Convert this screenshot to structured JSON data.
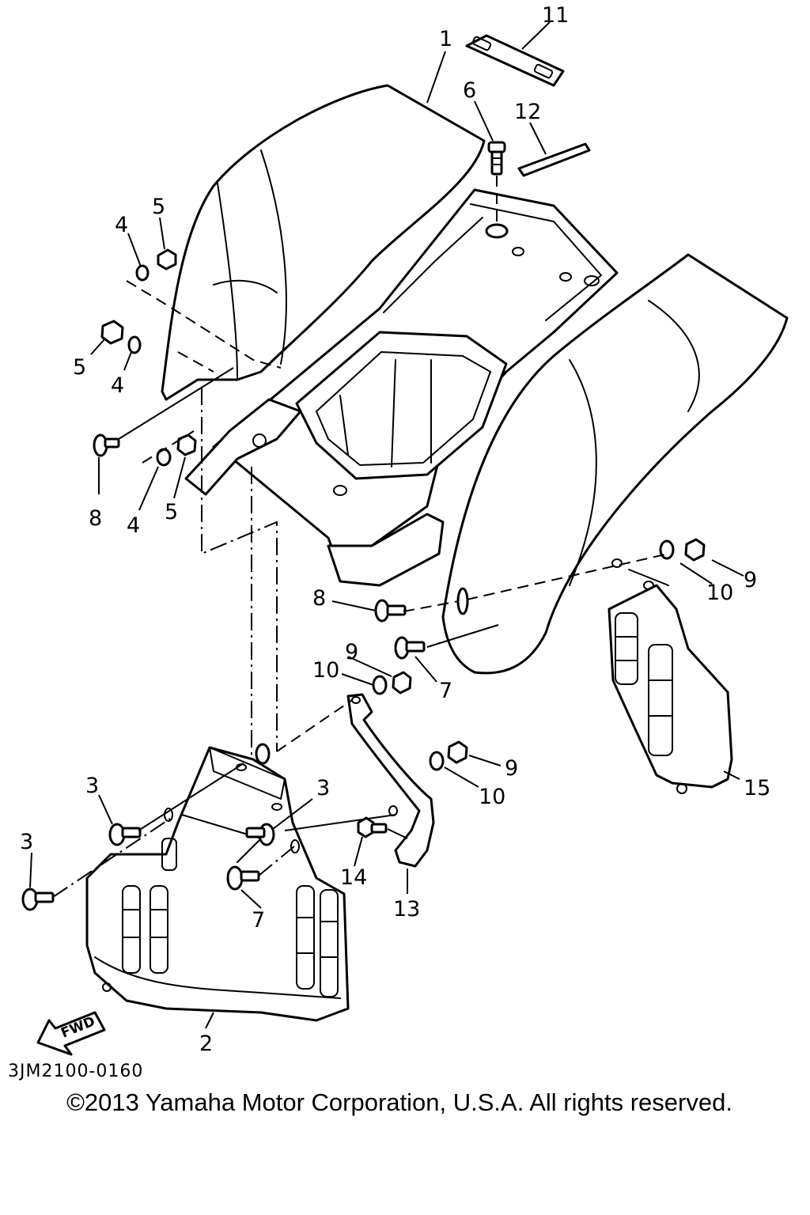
{
  "diagram": {
    "callouts": {
      "c1": "1",
      "c2": "2",
      "c3a": "3",
      "c3b": "3",
      "c3c": "3",
      "c4a": "4",
      "c4b": "4",
      "c4c": "4",
      "c5a": "5",
      "c5b": "5",
      "c5c": "5",
      "c6": "6",
      "c7a": "7",
      "c7b": "7",
      "c8a": "8",
      "c8b": "8",
      "c9a": "9",
      "c9b": "9",
      "c9c": "9",
      "c10a": "10",
      "c10b": "10",
      "c10c": "10",
      "c11": "11",
      "c12": "12",
      "c13": "13",
      "c14": "14",
      "c15": "15"
    },
    "fwd_label": "FWD",
    "drawing_code": "3JM2100-0160"
  },
  "footer": {
    "copyright": "©2013 Yamaha Motor Corporation, U.S.A. All rights reserved."
  }
}
